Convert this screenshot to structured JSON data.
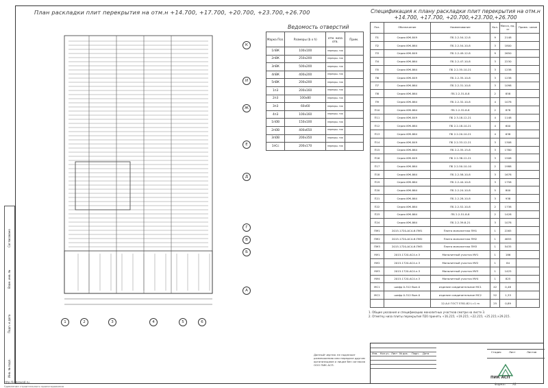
{
  "plan_title": "План раскладки плит перекрытия на отм.н +14.700, +17.700, +20.700, +23.700,+26.700",
  "spec_title": "Спецификация к плану раскладки плит перекрытия на отм.н +14.700, +17.700, +20.700,+23.700,+26.700",
  "vedomost_title": "Ведомость отверстий",
  "vedomost_headers": [
    "Марка Поз.",
    "Размеры (b x h)",
    "отм. низа отв.",
    "Прим."
  ],
  "vedomost_rows": [
    [
      "1пВК",
      "100x100",
      "перекры- тия"
    ],
    [
      "2пВК",
      "250x200",
      "перекры- тия"
    ],
    [
      "3пВК",
      "500x200",
      "перекры- тия"
    ],
    [
      "4пВК",
      "400x200",
      "перекры- тия"
    ],
    [
      "5пВК",
      "200x200",
      "перекры- тия"
    ],
    [
      "1п3",
      "200x160",
      "перекры- тия"
    ],
    [
      "2п3",
      "100x80",
      "перекры- тия"
    ],
    [
      "3п3",
      "60x60",
      "перекры- тия"
    ],
    [
      "4п3",
      "100x160",
      "перекры- тия"
    ],
    [
      "1пОВ",
      "150x100",
      "перекры- тия"
    ],
    [
      "2пОВ",
      "400x650",
      "перекры- тия"
    ],
    [
      "3пОВ",
      "200x350",
      "перекры- тия"
    ],
    [
      "1пСс",
      "200x170",
      "перекры- тия"
    ]
  ],
  "spec_headers": [
    "Поз.",
    "Обозначение",
    "Наименование",
    "Кол.",
    "Масса, ед., кг",
    "Приме- чание"
  ],
  "spec_rows": [
    [
      "П1",
      "Серия ИЖ-849",
      "ПБ 2.2-54-12-8",
      "9",
      "2148"
    ],
    [
      "П2",
      "Серия ИЖ-864",
      "ПБ 2.2-54-10-8",
      "3",
      "1800"
    ],
    [
      "П3",
      "Серия ИЖ-849",
      "ПБ 2.2-49-12-8",
      "9",
      "2650"
    ],
    [
      "П4",
      "Серия ИЖ-864",
      "ПБ 2.2-47-10-8",
      "3",
      "2230"
    ],
    [
      "П5",
      "Серия ИЖ-864",
      "ПБ 2.2-35-10-21",
      "3",
      "1238"
    ],
    [
      "П6",
      "Серия ИЖ-849",
      "ПБ 2.2-35-10-8",
      "3",
      "1238"
    ],
    [
      "П7",
      "Серия ИЖ-864",
      "ПБ 2.2-31-10-8",
      "3",
      "1098"
    ],
    [
      "П8",
      "Серия ИЖ-864",
      "ПБ 2.2-31-8-8",
      "2",
      "858"
    ],
    [
      "П9",
      "Серия ИЖ-864",
      "ПБ 2.2-32-10-8",
      "4",
      "1078"
    ],
    [
      "П10",
      "Серия ИЖ-864",
      "ПБ 2.2-32-8-8",
      "2",
      "878"
    ],
    [
      "П11",
      "Серия ИЖ-849",
      "ПБ 2.3-18-12-21",
      "4",
      "1148"
    ],
    [
      "П12",
      "Серия ИЖ-864",
      "ПБ 2.2-18-10-21",
      "4",
      "600"
    ],
    [
      "П13",
      "Серия ИЖ-864",
      "ПБ 2.2-20-10-21",
      "4",
      "638"
    ],
    [
      "П14",
      "Серия ИЖ-849",
      "ПБ 2.2-33-12-21",
      "3",
      "1308"
    ],
    [
      "П15",
      "Серия ИЖ-864",
      "ПБ 2.2-35-15-8",
      "3",
      "1780"
    ],
    [
      "П16",
      "Серия ИЖ-849",
      "ПБ 2.2-38-12-21",
      "3",
      "1508"
    ],
    [
      "П17",
      "Серия ИЖ-864",
      "ПБ 2.2-50-10-10",
      "2",
      "1988"
    ],
    [
      "П18",
      "Серия ИЖ-864",
      "ПБ 2.2-58-10-8",
      "3",
      "1678"
    ],
    [
      "П19",
      "Серия ИЖ-864",
      "ПБ 2.2-44-10-8",
      "3",
      "1758"
    ],
    [
      "П20",
      "Серия ИЖ-864",
      "ПБ 2.2-24-10-8",
      "5",
      "800"
    ],
    [
      "П21",
      "Серия ИЖ-864",
      "ПБ 2.2-28-10-8",
      "3",
      "938"
    ],
    [
      "П22",
      "Серия ИЖ-864",
      "ПБ 2.2-52-10-8",
      "2",
      "1738"
    ],
    [
      "П23",
      "Серия ИЖ-864",
      "ПБ 2.2-51-8-8",
      "2",
      "1428"
    ],
    [
      "П24",
      "Серия ИЖ-864",
      "ПБ 2.2-39-8-21",
      "3",
      "1078"
    ],
    [
      "ПМ1",
      "2015.1720-АС4.И-ПМ1",
      "Плита монолитная ПМ1",
      "1",
      "2265"
    ],
    [
      "ПМ2",
      "2015.1720-АС4.И-ПМ2",
      "Плита монолитная ПМ2",
      "1",
      "4655"
    ],
    [
      "ПМ3",
      "2015.1720-АС4.И-ПМ3",
      "Плита монолитная ПМ3",
      "1",
      "5435"
    ],
    [
      "МУ1",
      "2015.1720-АС4.л.3",
      "Монолитный участок МУ1",
      "1",
      "186"
    ],
    [
      "МУ2",
      "2015.1720-АС4.л.3",
      "Монолитный участок МУ2",
      "1",
      "84"
    ],
    [
      "МУ3",
      "2015.1720-АС4.л.3",
      "Монолитный участок МУ3",
      "1",
      "1425"
    ],
    [
      "МУ4",
      "2015.1720-АС4.л.3",
      "Монолитный участок МУ4",
      "1",
      "825"
    ],
    [
      "МС1",
      "шифр 0-312 Вып.0",
      "изделие соединительное МС1",
      "42",
      "0,48"
    ],
    [
      "МС2",
      "шифр 0-312 Вып.0",
      "изделие соединительное МС2",
      "52",
      "1,33"
    ],
    [
      "",
      "",
      "12-А-II ГОСТ 5781-82 L=1 m",
      "25",
      "0,89"
    ]
  ],
  "notes": [
    "1. Общие указания и спецификацию монолитных участков смотри на листе 3.",
    "2. Отметку низа плиты перекрытия П20 принять +16.215; +19.215; +22.215; +25.215;+29.215."
  ],
  "stamp": {
    "labels": [
      "Изм.",
      "Кол.уч.",
      "Лист",
      "№ док.",
      "Подп.",
      "Дата"
    ],
    "cols": [
      "Стадия",
      "Лист",
      "Листов"
    ],
    "company": "ПИК АСП",
    "format_label": "Формат",
    "format_value": "А2"
  },
  "note_box": "Данный чертеж не подлежит размножению или передаче другим организациям и лицам без согласия ООО ПИК АСП.",
  "left_strip": [
    "Согласовано",
    "Взам. инв. №",
    "Подп. и дата",
    "Инв. № подл."
  ],
  "footer_url": "http://kkbzavod.ru",
  "footer_text": "Удивление строительного проектирования",
  "axis_letters": [
    "К",
    "И",
    "Ж",
    "Е",
    "Д",
    "Г",
    "В",
    "Б",
    "А"
  ],
  "axis_numbers": [
    "1",
    "2",
    "3",
    "4",
    "5",
    "6"
  ]
}
